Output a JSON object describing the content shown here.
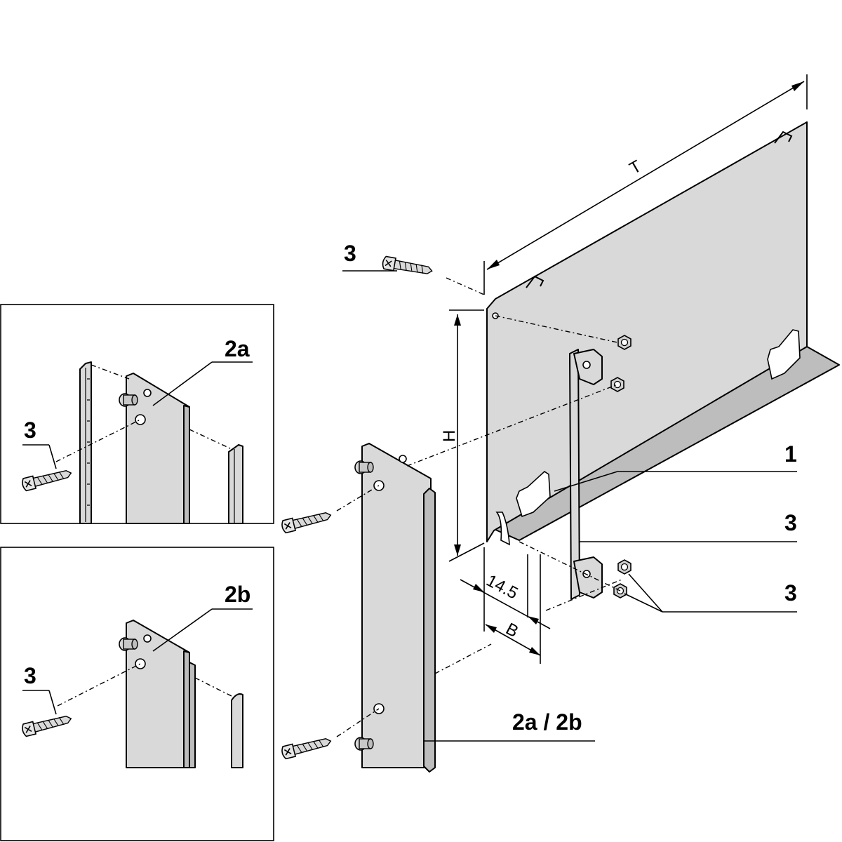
{
  "labels": {
    "screw_top": "3",
    "dim_T": "T",
    "dim_H": "H",
    "dim_14_5": "14.5",
    "dim_B": "B",
    "part_1": "1",
    "nuts_upper": "3",
    "nuts_lower": "3",
    "front_panel": "2a / 2b",
    "inset_a_part": "2a",
    "inset_a_screw": "3",
    "inset_b_part": "2b",
    "inset_b_screw": "3"
  }
}
